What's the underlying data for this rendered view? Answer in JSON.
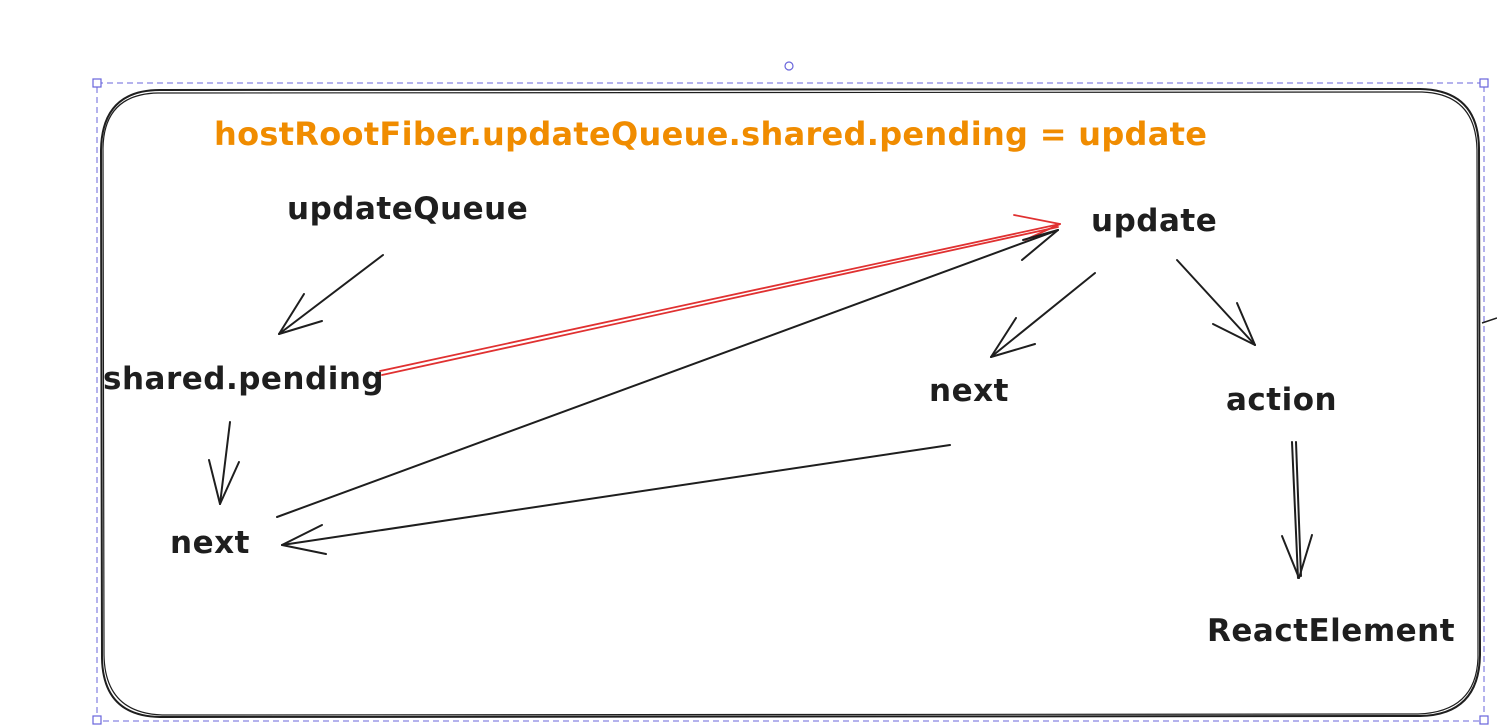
{
  "diagram": {
    "title": "hostRootFiber.updateQueue.shared.pending = update",
    "nodes": {
      "update_queue": "updateQueue",
      "shared_pending": "shared.pending",
      "next_left": "next",
      "update": "update",
      "next_right": "next",
      "action": "action",
      "react_element": "ReactElement"
    },
    "edges": [
      {
        "from": "updateQueue",
        "to": "shared.pending"
      },
      {
        "from": "shared.pending",
        "to": "next"
      },
      {
        "from": "shared.pending",
        "to": "update",
        "color": "#e03131"
      },
      {
        "from": "next",
        "to": "update"
      },
      {
        "from": "update",
        "to": "next"
      },
      {
        "from": "update",
        "to": "action"
      },
      {
        "from": "next",
        "to": "next"
      },
      {
        "from": "action",
        "to": "ReactElement"
      }
    ]
  },
  "colors": {
    "title": "#f08c00",
    "stroke": "#1e1e1e",
    "highlight": "#e03131",
    "selection": "#6965db"
  }
}
